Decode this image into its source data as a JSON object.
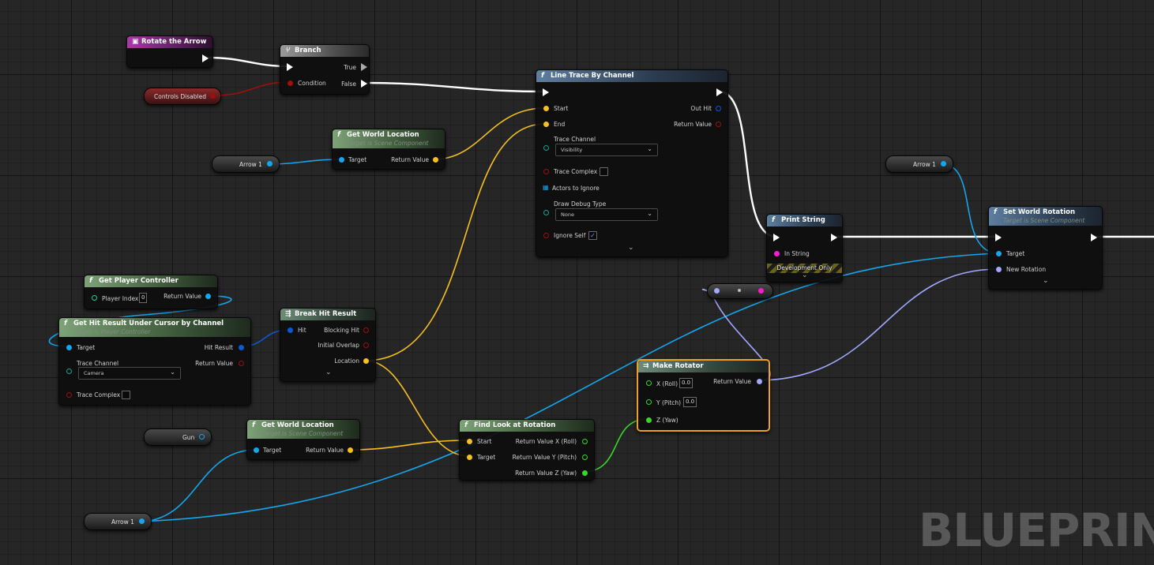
{
  "nodes": {
    "rotate_event": {
      "title": "Rotate the Arrow"
    },
    "branch": {
      "title": "Branch",
      "true_label": "True",
      "condition_label": "Condition",
      "false_label": "False"
    },
    "controls_disabled": {
      "label": "Controls Disabled"
    },
    "line_trace": {
      "title": "Line Trace By Channel",
      "start": "Start",
      "end": "End",
      "out_hit": "Out Hit",
      "return_value": "Return Value",
      "trace_channel_label": "Trace Channel",
      "trace_channel_value": "Visibility",
      "trace_complex": "Trace Complex",
      "actors_to_ignore": "Actors to Ignore",
      "draw_debug_label": "Draw Debug Type",
      "draw_debug_value": "None",
      "ignore_self": "Ignore Self"
    },
    "get_world_location_1": {
      "title": "Get World Location",
      "subtitle": "Target is Scene Component",
      "target": "Target",
      "return_value": "Return Value"
    },
    "arrow_var_1": {
      "label": "Arrow 1"
    },
    "arrow_var_2": {
      "label": "Arrow 1"
    },
    "arrow_var_3": {
      "label": "Arrow 1"
    },
    "gun_var": {
      "label": "Gun"
    },
    "print_string": {
      "title": "Print String",
      "in_string": "In String",
      "dev_only": "Development Only"
    },
    "set_world_rotation": {
      "title": "Set World Rotation",
      "subtitle": "Target is Scene Component",
      "target": "Target",
      "new_rotation": "New Rotation"
    },
    "get_player_controller": {
      "title": "Get Player Controller",
      "player_index": "Player Index",
      "player_index_value": "0",
      "return_value": "Return Value"
    },
    "get_hit_result": {
      "title": "Get Hit Result Under Cursor by Channel",
      "subtitle": "Target is Player Controller",
      "target": "Target",
      "hit_result": "Hit Result",
      "trace_channel_label": "Trace Channel",
      "trace_channel_value": "Camera",
      "return_value": "Return Value",
      "trace_complex": "Trace Complex"
    },
    "break_hit_result": {
      "title": "Break Hit Result",
      "hit": "Hit",
      "blocking_hit": "Blocking Hit",
      "initial_overlap": "Initial Overlap",
      "location": "Location"
    },
    "get_world_location_2": {
      "title": "Get World Location",
      "subtitle": "Target is Scene Component",
      "target": "Target",
      "return_value": "Return Value"
    },
    "find_look_at": {
      "title": "Find Look at Rotation",
      "start": "Start",
      "target": "Target",
      "ret_x": "Return Value X (Roll)",
      "ret_y": "Return Value Y (Pitch)",
      "ret_z": "Return Value Z (Yaw)"
    },
    "make_rotator": {
      "title": "Make Rotator",
      "x_label": "X (Roll)",
      "x_value": "0.0",
      "y_label": "Y (Pitch)",
      "y_value": "0.0",
      "z_label": "Z (Yaw)",
      "return_value": "Return Value"
    }
  },
  "watermark": "BLUEPRINT",
  "colors": {
    "exec": "#ffffff",
    "vector": "#f5c020",
    "object": "#14a6ee",
    "struct": "#0a5ad8",
    "bool": "#a00e0e",
    "float": "#38d628",
    "rotator": "#a0a8ff",
    "string": "#ff1ad2",
    "selection": "#f0a020"
  }
}
